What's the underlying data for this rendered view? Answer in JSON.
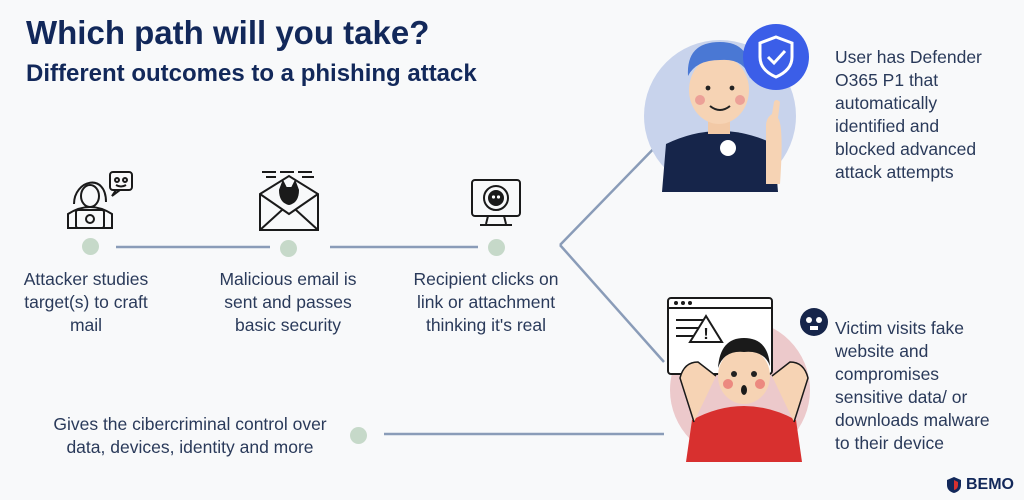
{
  "title": "Which path will you take?",
  "subtitle": "Different outcomes to a phishing attack",
  "steps": [
    {
      "lines": [
        "Attacker studies",
        "target(s) to craft",
        "mail"
      ],
      "icon": "hacker-icon"
    },
    {
      "lines": [
        "Malicious email is",
        "sent and passes",
        "basic security"
      ],
      "icon": "malicious-email-icon"
    },
    {
      "lines": [
        "Recipient clicks on",
        "link or attachment",
        "thinking it's real"
      ],
      "icon": "skull-gear-icon"
    }
  ],
  "outcome_protected": {
    "lines": [
      "User has Defender",
      "O365 P1 that",
      "automatically",
      "identified and",
      "blocked advanced",
      "attack attempts"
    ],
    "icon": "shield-check-icon"
  },
  "outcome_victim": {
    "lines": [
      "Victim visits fake",
      "website and",
      "compromises",
      "sensitive data/ or",
      "downloads malware",
      "to their device"
    ],
    "icon": "skull-icon"
  },
  "consequence": {
    "lines": [
      "Gives the cibercriminal control over",
      "data, devices, identity and more"
    ]
  },
  "brand": {
    "name": "BEMO",
    "icon": "bemo-shield-logo"
  },
  "colors": {
    "navy": "#12285a",
    "line": "#8a9cb8",
    "dot": "#c6d9c9",
    "blue_circle": "#c8d3ec",
    "red_circle": "#ecc9cb",
    "shield_blue": "#3b5ee8"
  }
}
